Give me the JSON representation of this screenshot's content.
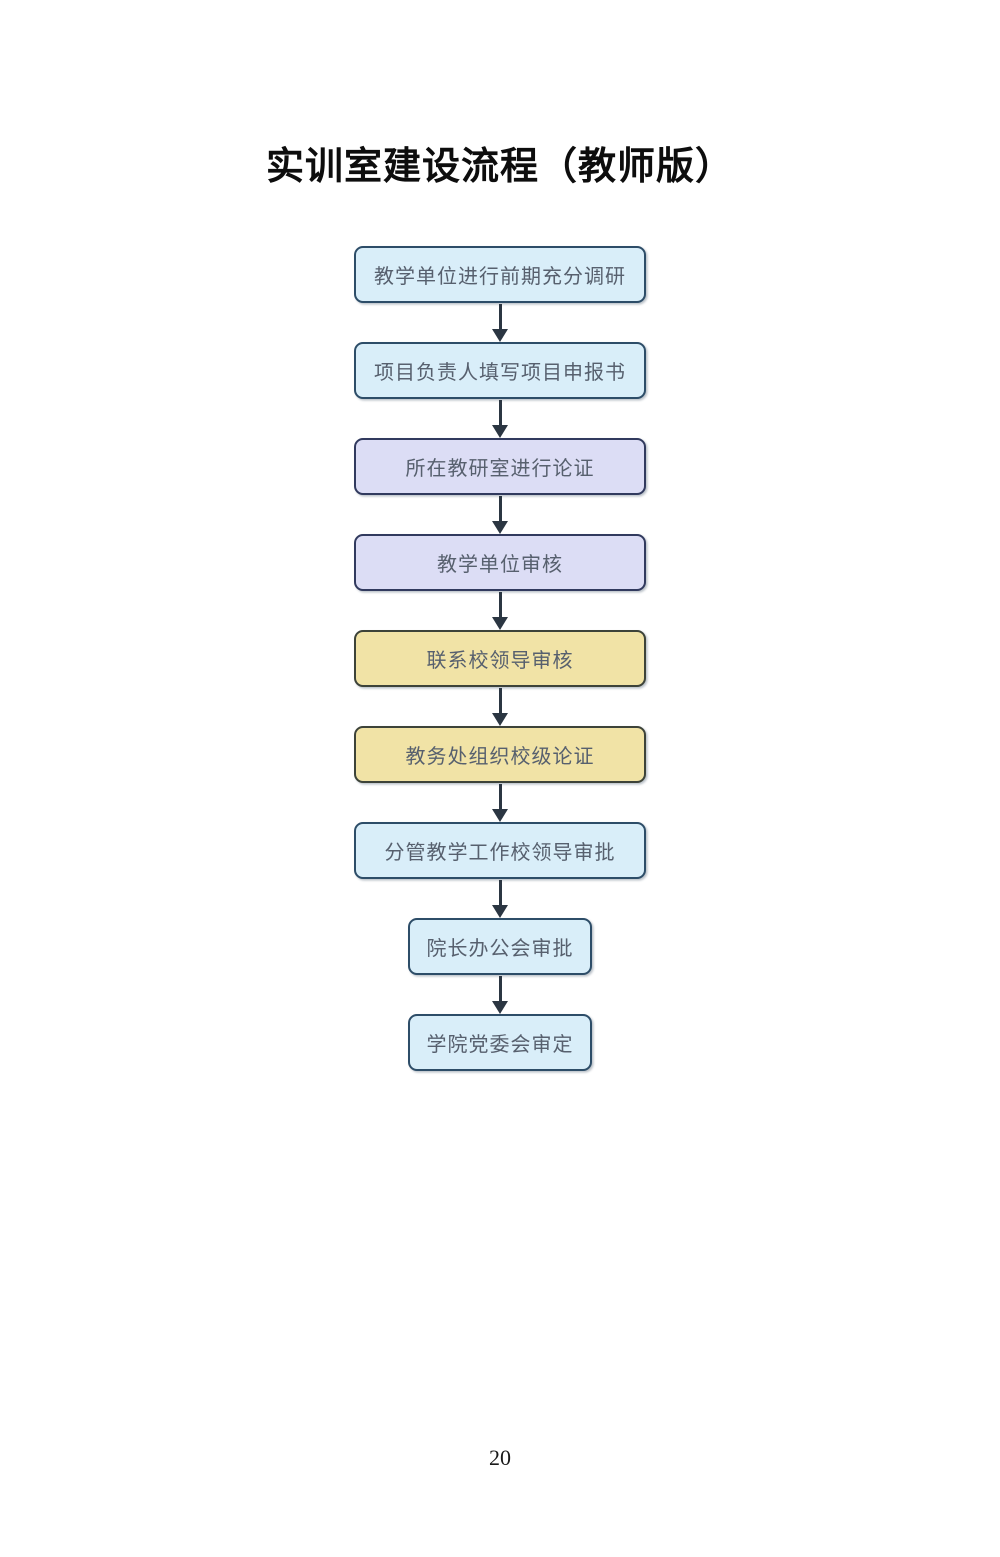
{
  "document": {
    "title": "实训室建设流程（教师版）",
    "page_number": "20"
  },
  "flowchart": {
    "steps": [
      {
        "label": "教学单位进行前期充分调研",
        "theme": "blue",
        "size": "wide"
      },
      {
        "label": "项目负责人填写项目申报书",
        "theme": "blue",
        "size": "wide"
      },
      {
        "label": "所在教研室进行论证",
        "theme": "purple",
        "size": "wide"
      },
      {
        "label": "教学单位审核",
        "theme": "purple",
        "size": "wide"
      },
      {
        "label": "联系校领导审核",
        "theme": "yellow",
        "size": "wide"
      },
      {
        "label": "教务处组织校级论证",
        "theme": "yellow",
        "size": "wide"
      },
      {
        "label": "分管教学工作校领导审批",
        "theme": "blue",
        "size": "wide"
      },
      {
        "label": "院长办公会审批",
        "theme": "blue",
        "size": "narrow"
      },
      {
        "label": "学院党委会审定",
        "theme": "blue",
        "size": "narrow"
      }
    ],
    "themes": {
      "blue": {
        "fill": "#d9eef9",
        "border": "#2d4d68"
      },
      "purple": {
        "fill": "#dcddf5",
        "border": "#313a5e"
      },
      "yellow": {
        "fill": "#f1e3a6",
        "border": "#3d4339"
      }
    },
    "arrow_color": "#2b3642",
    "text_color": "#57606e"
  }
}
